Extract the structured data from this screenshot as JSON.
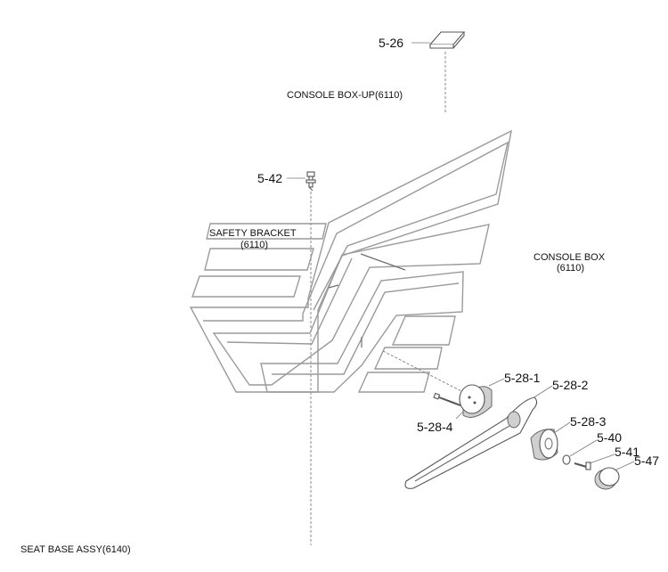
{
  "labels": {
    "console_box_up": "CONSOLE BOX-UP(6110)",
    "safety_bracket": "SAFETY BRACKET",
    "safety_bracket_code": "(6110)",
    "console_box": "CONSOLE BOX",
    "console_box_code": "(6110)",
    "seat_base": "SEAT BASE ASSY(6140)"
  },
  "parts": {
    "p5_26": "5-26",
    "p5_42": "5-42",
    "p5_28_1": "5-28-1",
    "p5_28_2": "5-28-2",
    "p5_28_3": "5-28-3",
    "p5_28_4": "5-28-4",
    "p5_40": "5-40",
    "p5_41": "5-41",
    "p5_47": "5-47"
  }
}
